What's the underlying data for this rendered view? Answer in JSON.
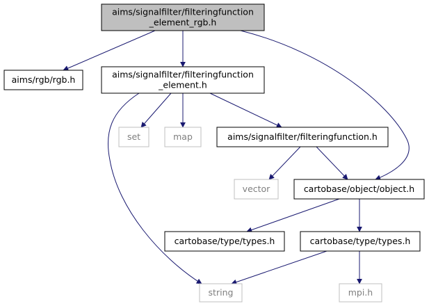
{
  "graph": {
    "edge_color": "#191970",
    "nodes": [
      {
        "id": "root",
        "lines": [
          "aims/signalfilter/filteringfunction",
          "_element_rgb.h"
        ],
        "style": "highlight",
        "fill": "#bfbfbf",
        "stroke": "#000000"
      },
      {
        "id": "rgb",
        "lines": [
          "aims/rgb/rgb.h"
        ],
        "style": "normal",
        "fill": "#ffffff",
        "stroke": "#000000"
      },
      {
        "id": "element",
        "lines": [
          "aims/signalfilter/filteringfunction",
          "_element.h"
        ],
        "style": "normal",
        "fill": "#ffffff",
        "stroke": "#000000"
      },
      {
        "id": "set",
        "lines": [
          "set"
        ],
        "style": "muted",
        "fill": "#ffffff",
        "stroke": "#bfbfbf"
      },
      {
        "id": "map",
        "lines": [
          "map"
        ],
        "style": "muted",
        "fill": "#ffffff",
        "stroke": "#bfbfbf"
      },
      {
        "id": "ff",
        "lines": [
          "aims/signalfilter/filteringfunction.h"
        ],
        "style": "normal",
        "fill": "#ffffff",
        "stroke": "#000000"
      },
      {
        "id": "vector",
        "lines": [
          "vector"
        ],
        "style": "muted",
        "fill": "#ffffff",
        "stroke": "#bfbfbf"
      },
      {
        "id": "object",
        "lines": [
          "cartobase/object/object.h"
        ],
        "style": "normal",
        "fill": "#ffffff",
        "stroke": "#000000"
      },
      {
        "id": "types1",
        "lines": [
          "cartobase/type/types.h"
        ],
        "style": "normal",
        "fill": "#ffffff",
        "stroke": "#000000"
      },
      {
        "id": "types2",
        "lines": [
          "cartobase/type/types.h"
        ],
        "style": "normal",
        "fill": "#ffffff",
        "stroke": "#000000"
      },
      {
        "id": "string",
        "lines": [
          "string"
        ],
        "style": "muted",
        "fill": "#ffffff",
        "stroke": "#bfbfbf"
      },
      {
        "id": "mpi",
        "lines": [
          "mpi.h"
        ],
        "style": "muted",
        "fill": "#ffffff",
        "stroke": "#bfbfbf"
      }
    ],
    "edges": [
      {
        "from": "root",
        "to": "rgb"
      },
      {
        "from": "root",
        "to": "element"
      },
      {
        "from": "root",
        "to": "object"
      },
      {
        "from": "element",
        "to": "set"
      },
      {
        "from": "element",
        "to": "map"
      },
      {
        "from": "element",
        "to": "ff"
      },
      {
        "from": "element",
        "to": "string"
      },
      {
        "from": "ff",
        "to": "vector"
      },
      {
        "from": "ff",
        "to": "object"
      },
      {
        "from": "object",
        "to": "types1"
      },
      {
        "from": "object",
        "to": "types2"
      },
      {
        "from": "types2",
        "to": "string"
      },
      {
        "from": "types2",
        "to": "mpi"
      }
    ]
  }
}
